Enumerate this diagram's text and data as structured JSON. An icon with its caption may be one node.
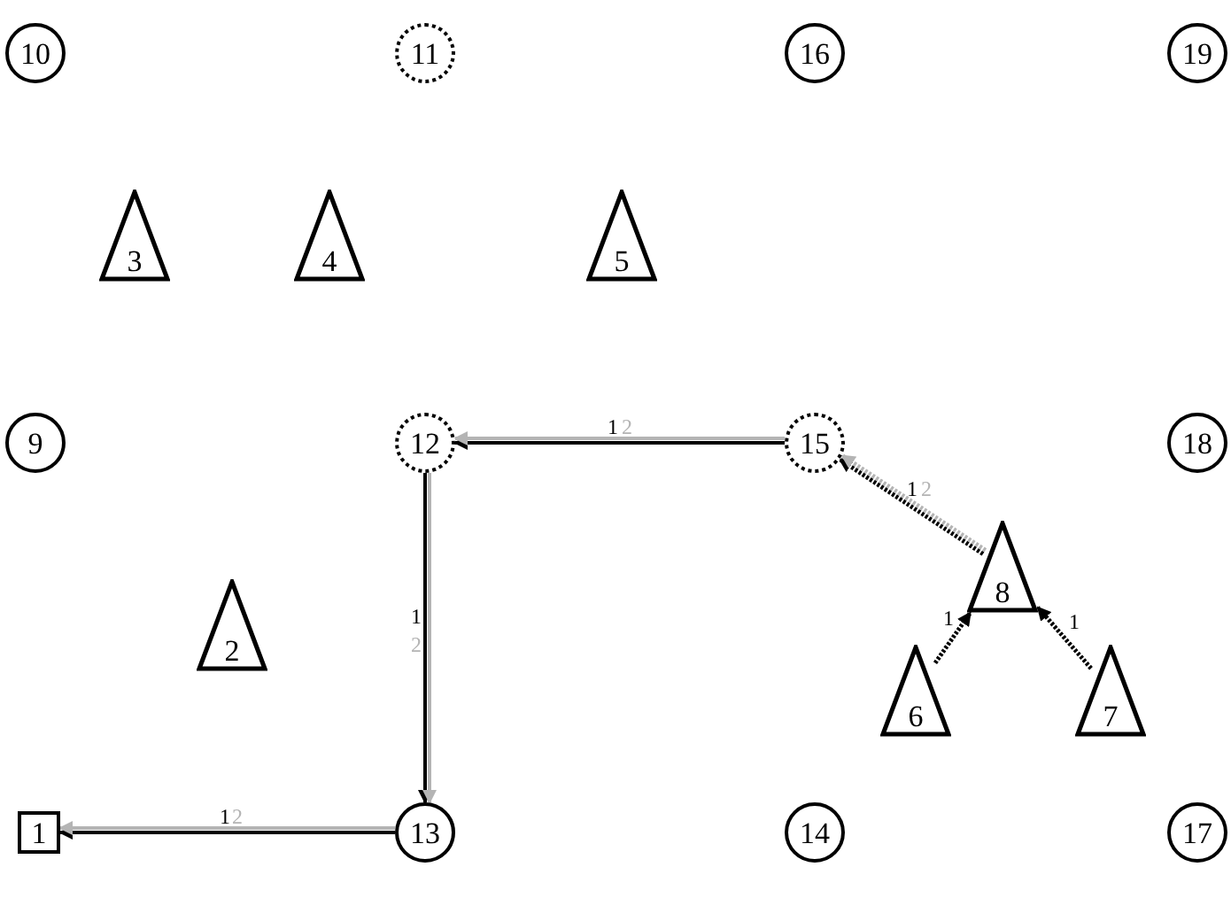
{
  "diagram": {
    "nodes": [
      {
        "text": [
          "10"
        ]
      },
      {
        "text": [
          "11"
        ]
      },
      {
        "text": [
          "16"
        ]
      },
      {
        "text": [
          "19"
        ]
      },
      {
        "text": [
          "3"
        ]
      },
      {
        "text": [
          "4"
        ]
      },
      {
        "text": [
          "5"
        ]
      },
      {
        "text": [
          "9"
        ]
      },
      {
        "text": [
          "12"
        ]
      },
      {
        "text": [
          "15"
        ]
      },
      {
        "text": [
          "18"
        ]
      },
      {
        "text": [
          "8"
        ]
      },
      {
        "text": [
          "2"
        ]
      },
      {
        "text": [
          "6"
        ]
      },
      {
        "text": [
          "7"
        ]
      },
      {
        "text": [
          "1"
        ]
      },
      {
        "text": [
          "13"
        ]
      },
      {
        "text": [
          "14"
        ]
      },
      {
        "text": [
          "17"
        ]
      }
    ],
    "edges": [
      {
        "from": 9,
        "to": 8,
        "arrow": "to",
        "label": "1"
      },
      {
        "from": 9,
        "to": 8,
        "arrow": "to",
        "label": "2",
        "color": "#b4b4b4"
      },
      {
        "from": 8,
        "to": 16,
        "arrow": "to",
        "label": "1"
      },
      {
        "from": 8,
        "to": 16,
        "arrow": "to",
        "label": "2",
        "color": "#b4b4b4"
      },
      {
        "from": 16,
        "to": 15,
        "arrow": "to",
        "label": "1"
      },
      {
        "from": 16,
        "to": 15,
        "arrow": "to",
        "label": "2",
        "color": "#b4b4b4"
      },
      {
        "from": 11,
        "to": 9,
        "arrow": "to",
        "label": "1",
        "style": "dashed"
      },
      {
        "from": 11,
        "to": 9,
        "arrow": "to",
        "label": "2",
        "style": "dashed",
        "color": "#b4b4b4"
      },
      {
        "from": 13,
        "to": 11,
        "arrow": "to",
        "label": "1",
        "style": "dashed"
      },
      {
        "from": 14,
        "to": 11,
        "arrow": "to",
        "label": "1",
        "style": "dashed"
      }
    ]
  }
}
